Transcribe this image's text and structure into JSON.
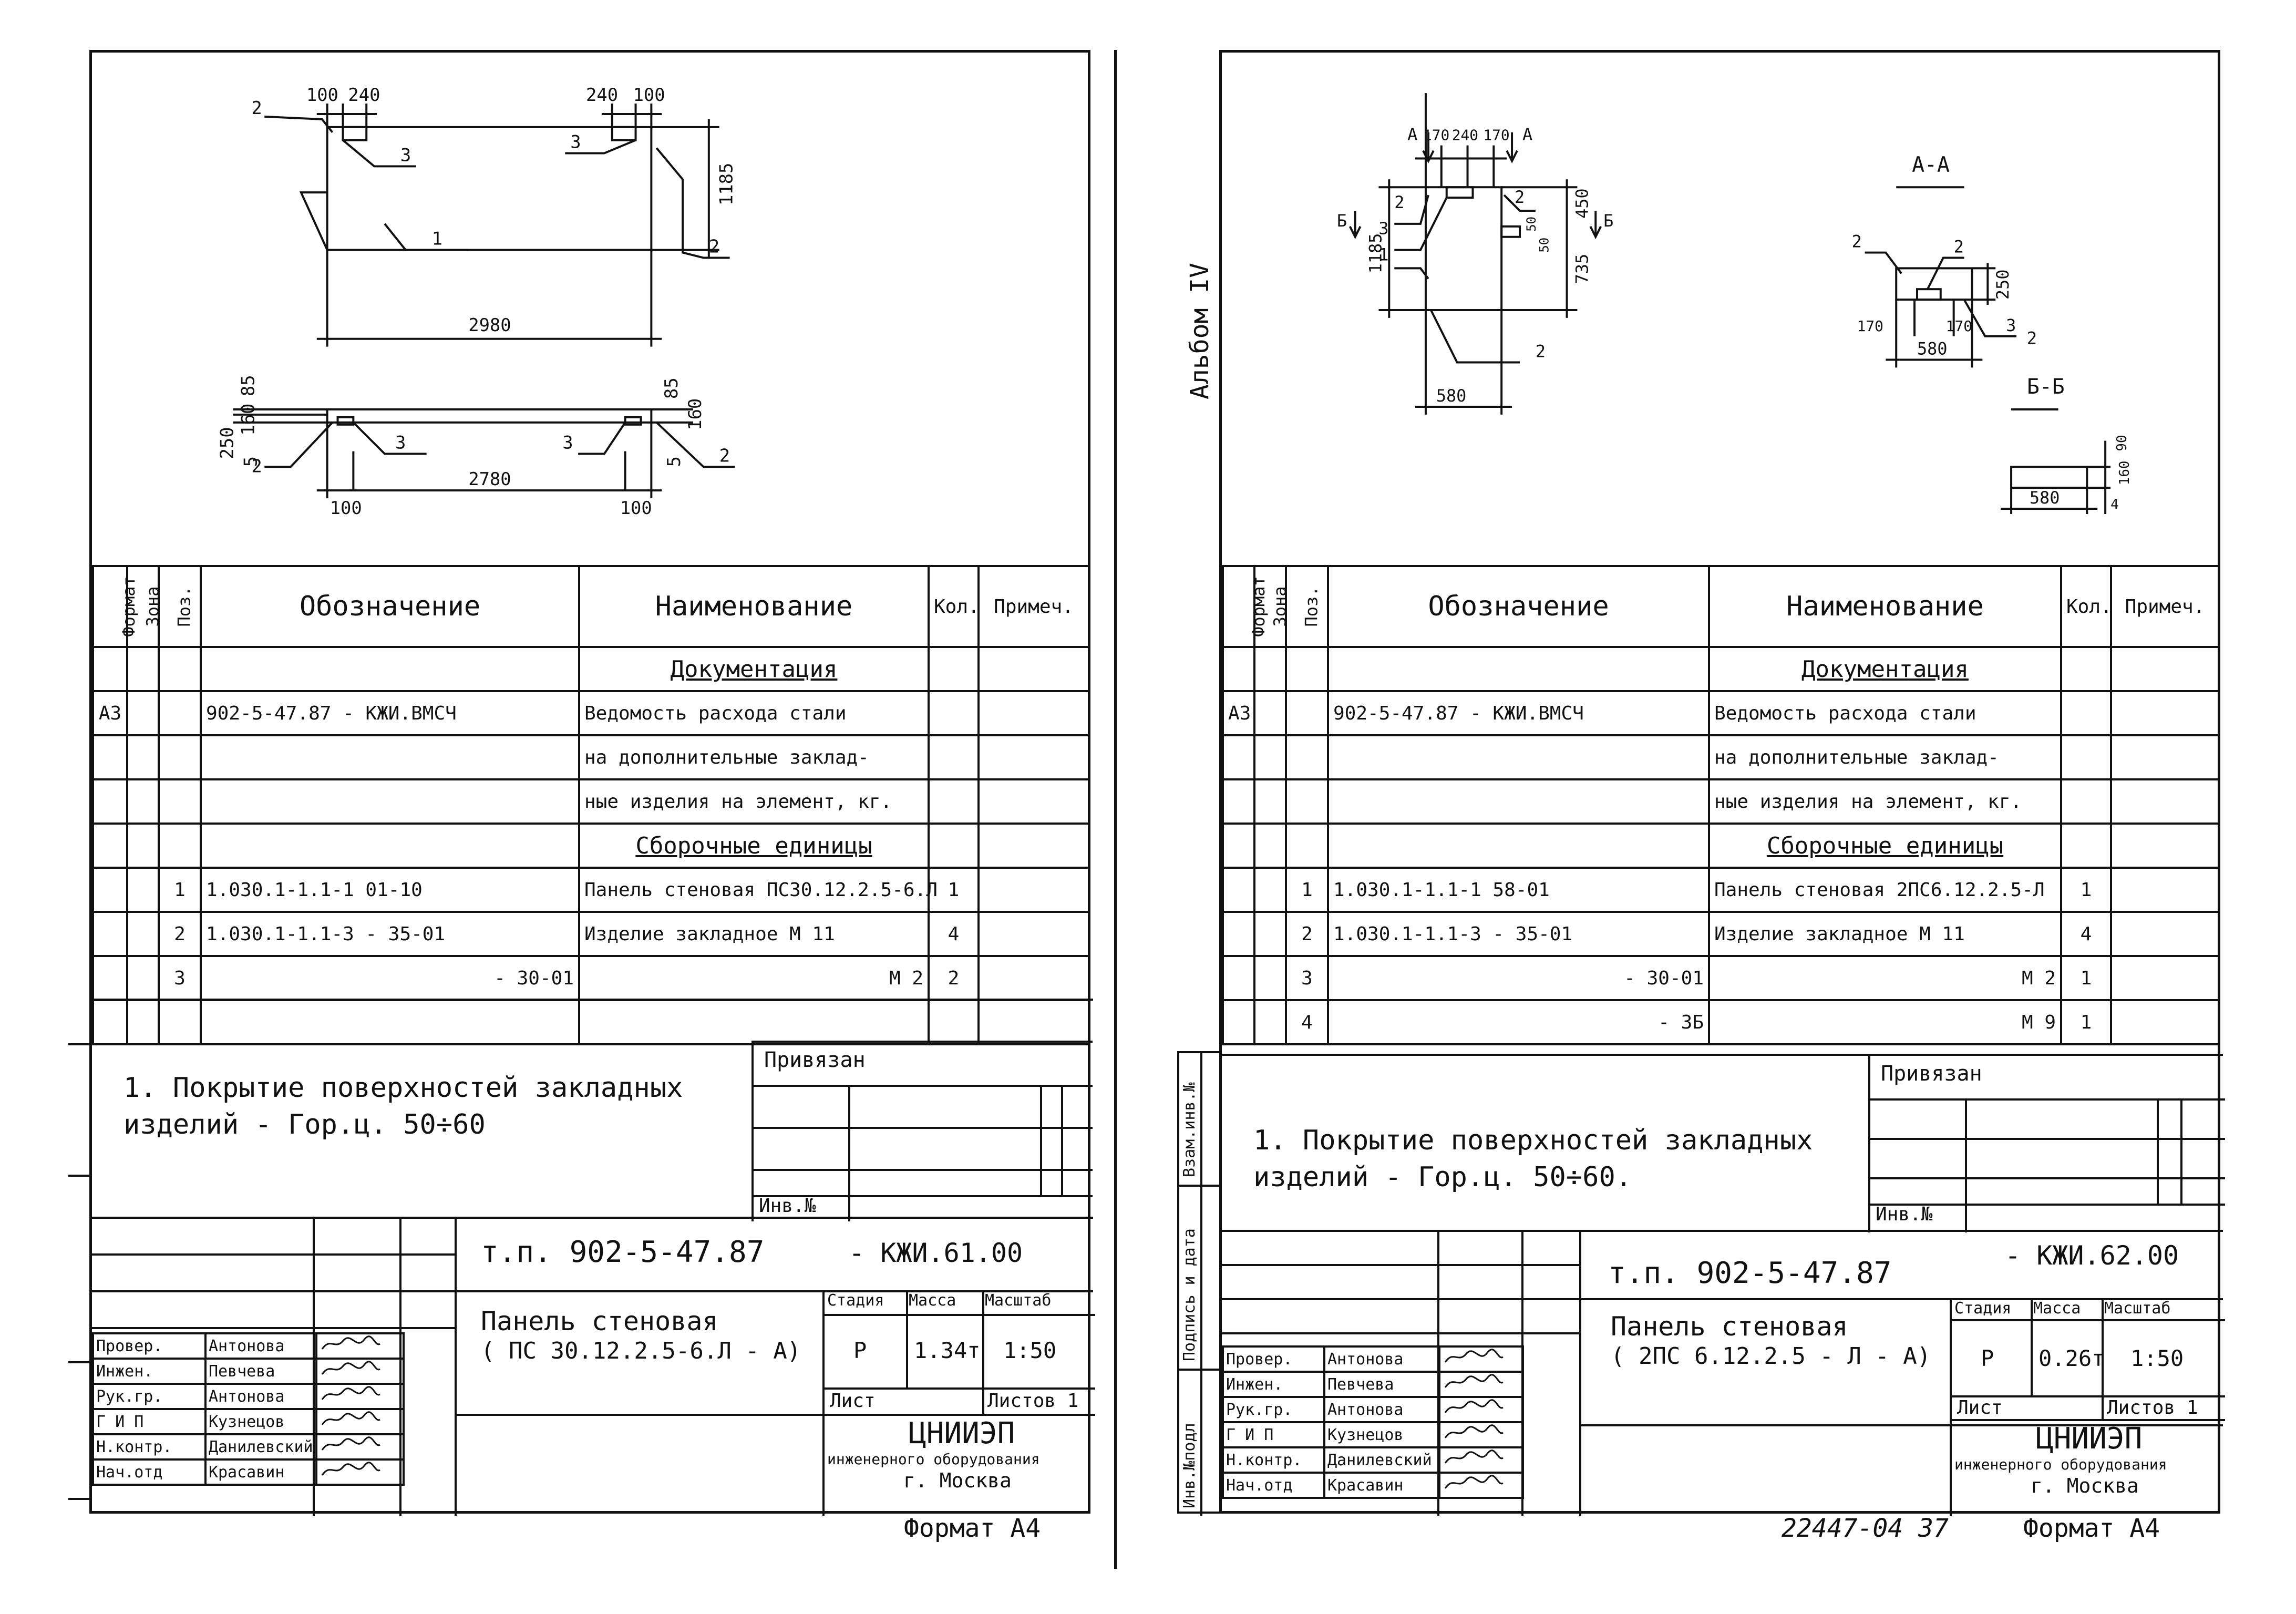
{
  "divider": true,
  "left": {
    "drawing": {
      "dims_top": [
        "100",
        "240",
        "240",
        "100"
      ],
      "dim_height": "1185",
      "dim_length": "2980",
      "dim_length2": "2780",
      "dims_side": [
        "250",
        "160",
        "85",
        "5",
        "85",
        "160",
        "5"
      ],
      "dims_bottom": [
        "100",
        "100"
      ],
      "callouts": [
        "2",
        "3",
        "3",
        "1",
        "2",
        "2",
        "3",
        "3",
        "2"
      ]
    },
    "spec_header": {
      "format": "Формат",
      "zone": "Зона",
      "pos": "Поз.",
      "designation": "Обозначение",
      "name": "Наименование",
      "qty": "Кол.",
      "note": "Примеч."
    },
    "spec_rows": [
      {
        "format": "",
        "pos": "",
        "designation": "",
        "name": "Документация",
        "qty": "",
        "section": true
      },
      {
        "format": "А3",
        "pos": "",
        "designation": "902-5-47.87  - КЖИ.ВМСЧ",
        "name": "Ведомость расхода стали",
        "qty": ""
      },
      {
        "format": "",
        "pos": "",
        "designation": "",
        "name": "на дополнительные заклад-",
        "qty": ""
      },
      {
        "format": "",
        "pos": "",
        "designation": "",
        "name": "ные изделия на элемент, кг.",
        "qty": ""
      },
      {
        "format": "",
        "pos": "",
        "designation": "",
        "name": "Сборочные единицы",
        "qty": "",
        "section": true
      },
      {
        "format": "",
        "pos": "1",
        "designation": "1.030.1-1.1-1   01-10",
        "name": "Панель стеновая ПС30.12.2.5-6.Л",
        "qty": "1"
      },
      {
        "format": "",
        "pos": "2",
        "designation": "1.030.1-1.1-3 - 35-01",
        "name": "Изделие закладное    М 11",
        "qty": "4"
      },
      {
        "format": "",
        "pos": "3",
        "designation": "- 30-01",
        "name": "М 2",
        "qty": "2"
      },
      {
        "format": "",
        "pos": "",
        "designation": "",
        "name": "",
        "qty": ""
      }
    ],
    "note": "1. Покрытие поверхностей закладных изделий - Гор.ц. 50÷60",
    "privyazan": "Привязан",
    "inv_no": "Инв.№",
    "doc_code": "т.п. 902-5-47.87",
    "doc_suffix": "- КЖИ.61.00",
    "title": "Панель стеновая",
    "subtitle": "( ПС 30.12.2.5-6.Л - А)",
    "stage_h": "Стадия",
    "mass_h": "Масса",
    "scale_h": "Масштаб",
    "stage": "Р",
    "mass": "1.34т",
    "scale": "1:50",
    "sheet_label": "Лист",
    "sheets_label": "Листов 1",
    "org": "ЦНИИЭП",
    "org_sub": "инженерного оборудования",
    "city": "г. Москва",
    "sign_rows": [
      {
        "role": "Провер.",
        "name": "Антонова"
      },
      {
        "role": "Инжен.",
        "name": "Певчева"
      },
      {
        "role": "Рук.гр.",
        "name": "Антонова"
      },
      {
        "role": "Г И П",
        "name": "Кузнецов"
      },
      {
        "role": "Н.контр.",
        "name": "Данилевский"
      },
      {
        "role": "Нач.отд",
        "name": "Красавин"
      }
    ],
    "format": "Формат А4"
  },
  "right": {
    "album": "Альбом IV",
    "drawing": {
      "section_marks": [
        "А",
        "А",
        "Б",
        "Б"
      ],
      "dims_top": [
        "170",
        "240",
        "170"
      ],
      "dim_height": "1185",
      "dims_side": [
        "450",
        "735"
      ],
      "dims_small": [
        "50",
        "50"
      ],
      "dim_width": "580",
      "section_aa": "А-А",
      "section_bb": "Б-Б",
      "aa_dims": [
        "250",
        "170",
        "170",
        "580"
      ],
      "bb_dims": [
        "580",
        "160",
        "90",
        "4"
      ],
      "callouts": [
        "2",
        "3",
        "1",
        "2",
        "2",
        "2",
        "2",
        "3",
        "2"
      ]
    },
    "spec_header": {
      "format": "Формат",
      "zone": "Зона",
      "pos": "Поз.",
      "designation": "Обозначение",
      "name": "Наименование",
      "qty": "Кол.",
      "note": "Примеч."
    },
    "spec_rows": [
      {
        "format": "",
        "pos": "",
        "designation": "",
        "name": "Документация",
        "qty": "",
        "section": true
      },
      {
        "format": "А3",
        "pos": "",
        "designation": "902-5-47.87   - КЖИ.ВМСЧ",
        "name": "Ведомость расхода стали",
        "qty": ""
      },
      {
        "format": "",
        "pos": "",
        "designation": "",
        "name": "на дополнительные заклад-",
        "qty": ""
      },
      {
        "format": "",
        "pos": "",
        "designation": "",
        "name": "ные изделия на элемент, кг.",
        "qty": ""
      },
      {
        "format": "",
        "pos": "",
        "designation": "",
        "name": "Сборочные единицы",
        "qty": "",
        "section": true
      },
      {
        "format": "",
        "pos": "1",
        "designation": "1.030.1-1.1-1   58-01",
        "name": "Панель стеновая 2ПС6.12.2.5-Л",
        "qty": "1"
      },
      {
        "format": "",
        "pos": "2",
        "designation": "1.030.1-1.1-3 - 35-01",
        "name": "Изделие закладное    М 11",
        "qty": "4"
      },
      {
        "format": "",
        "pos": "3",
        "designation": "- 30-01",
        "name": "М 2",
        "qty": "1"
      },
      {
        "format": "",
        "pos": "4",
        "designation": "- 3Б",
        "name": "М 9",
        "qty": "1"
      }
    ],
    "note": "1. Покрытие поверхностей закладных изделий - Гор.ц. 50÷60.",
    "privyazan": "Привязан",
    "inv_no": "Инв.№",
    "doc_code": "т.п. 902-5-47.87",
    "doc_suffix": "- КЖИ.62.00",
    "title": "Панель стеновая",
    "subtitle": "( 2ПС 6.12.2.5 - Л - А)",
    "stage_h": "Стадия",
    "mass_h": "Масса",
    "scale_h": "Масштаб",
    "stage": "Р",
    "mass": "0.26т",
    "scale": "1:50",
    "sheet_label": "Лист",
    "sheets_label": "Листов 1",
    "org": "ЦНИИЭП",
    "org_sub": "инженерного оборудования",
    "city": "г. Москва",
    "sign_rows": [
      {
        "role": "Провер.",
        "name": "Антонова"
      },
      {
        "role": "Инжен.",
        "name": "Певчева"
      },
      {
        "role": "Рук.гр.",
        "name": "Антонова"
      },
      {
        "role": "Г И П",
        "name": "Кузнецов"
      },
      {
        "role": "Н.контр.",
        "name": "Данилевский"
      },
      {
        "role": "Нач.отд",
        "name": "Красавин"
      }
    ],
    "side_stamps": [
      "Инв.№подл",
      "Подпись и дата",
      "Взам.инв.№"
    ],
    "doc_number": "22447-04  37",
    "format": "Формат А4"
  }
}
